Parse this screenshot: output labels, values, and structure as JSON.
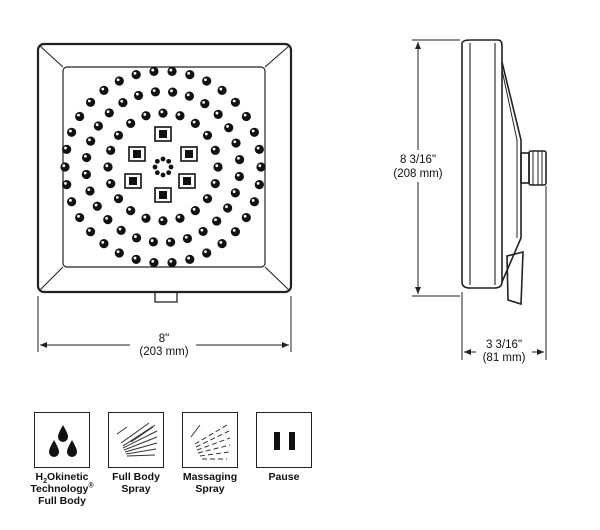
{
  "dimensions": {
    "width_in": "8\"",
    "width_mm": "(203 mm)",
    "height_in": "8 3/16\"",
    "height_mm": "(208 mm)",
    "depth_in": "3 3/16\"",
    "depth_mm": "(81 mm)"
  },
  "spray_modes": [
    {
      "icon": "water-drops-icon",
      "line1_a": "H",
      "line1_sub": "2",
      "line1_b": "Okinetic",
      "line2_a": "Technology",
      "line2_sup": "®",
      "line3": "Full Body"
    },
    {
      "icon": "full-body-spray-icon",
      "line1": "Full Body",
      "line2": "Spray"
    },
    {
      "icon": "massaging-spray-icon",
      "line1": "Massaging",
      "line2": "Spray"
    },
    {
      "icon": "pause-icon",
      "line1": "Pause"
    }
  ],
  "colors": {
    "line": "#222222",
    "background": "#ffffff"
  }
}
